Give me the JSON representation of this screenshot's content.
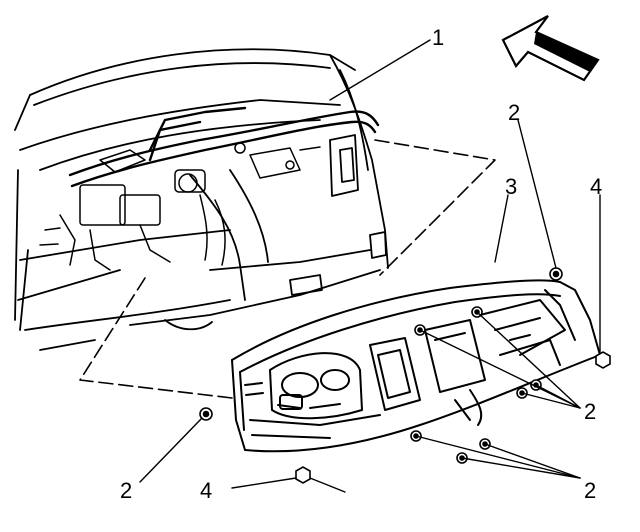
{
  "callouts": {
    "c1": "1",
    "c2_top_right": "2",
    "c3": "3",
    "c4_top_right": "4",
    "c2_mid_right": "2",
    "c2_bottom_right": "2",
    "c2_bottom_left": "2",
    "c4_bottom": "4"
  },
  "colors": {
    "ink": "#000000",
    "paper": "#ffffff"
  },
  "icons": {
    "forward_arrow": "arrow-icon"
  }
}
